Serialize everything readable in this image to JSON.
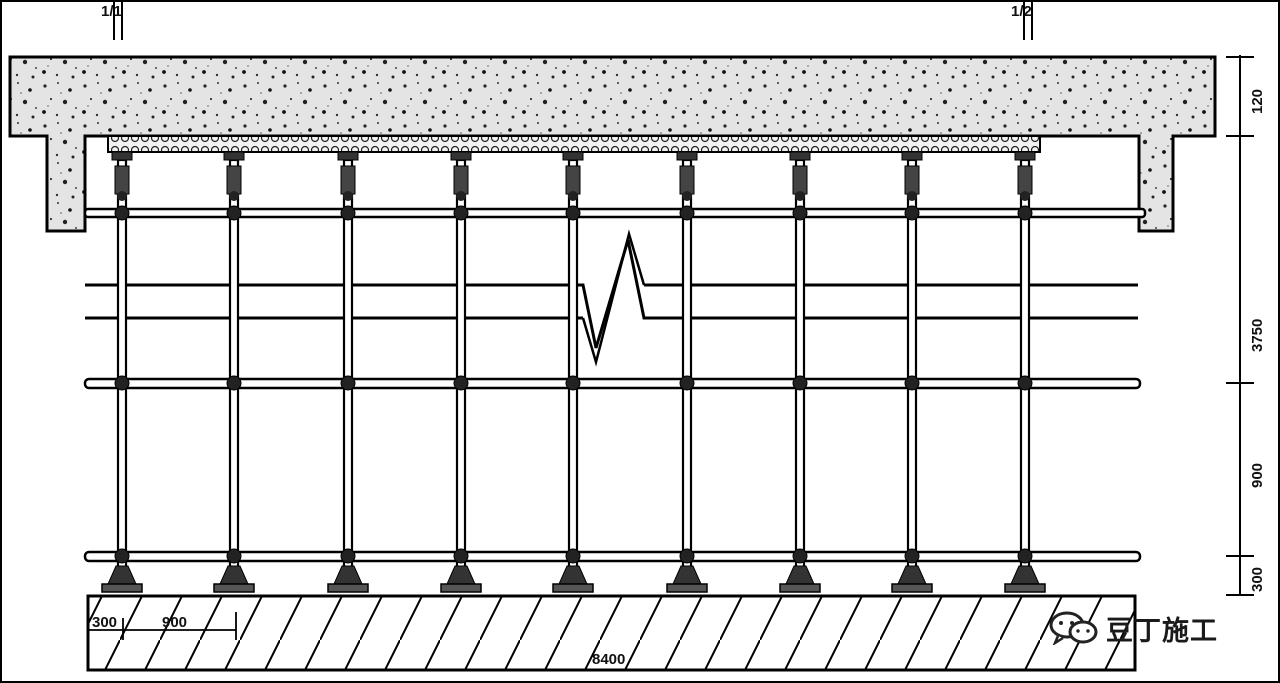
{
  "dimensions": {
    "left_tag": "1/1",
    "right_tag": "1/2",
    "slab_thickness": "120",
    "total_height": "3750",
    "upper_step": "900",
    "bottom_step": "300",
    "edge_spacing": "300",
    "bay_spacing": "900",
    "total_width": "8400"
  },
  "watermark": {
    "text": "豆丁施工",
    "icon": "wechat-icon"
  },
  "colors": {
    "line": "#000000",
    "background": "#ffffff",
    "concrete": "#d9d9d9",
    "formwork": "#e0e0e0"
  }
}
